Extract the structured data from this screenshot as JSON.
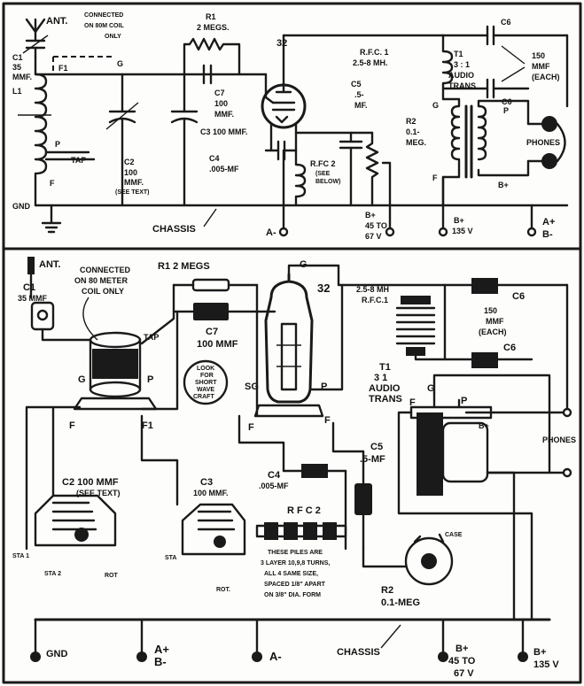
{
  "schematic": {
    "ant": "ANT.",
    "connected_note": [
      "CONNECTED",
      "ON 80M COIL",
      "ONLY"
    ],
    "f1": "F1",
    "g": "G",
    "c1": [
      "C1",
      "35",
      "MMF."
    ],
    "l1": "L1",
    "p": "P",
    "tap": "TAP",
    "f": "F",
    "gnd": "GND",
    "r1": [
      "R1",
      "2 MEGS."
    ],
    "c7": [
      "C7",
      "100",
      "MMF."
    ],
    "c3": "C3 100 MMF.",
    "c2": [
      "C2",
      "100",
      "MMF.",
      "(SEE TEXT)"
    ],
    "tube": "32",
    "c4": [
      "C4",
      ".005-MF"
    ],
    "rfc2": [
      "R.FC 2",
      "(SEE",
      "BELOW)"
    ],
    "c5": [
      "C5",
      ".5-",
      "MF."
    ],
    "r2": [
      "R2",
      "0.1-",
      "MEG."
    ],
    "rfc1": [
      "R.F.C. 1",
      "2.5-8 MH."
    ],
    "t1": [
      "T1",
      "3 : 1",
      "AUDIO",
      "TRANS"
    ],
    "c6a": "C6",
    "c6b": "C6",
    "c6_note": [
      "150",
      "MMF",
      "(EACH)"
    ],
    "g2": "G",
    "p2": "P",
    "f2": "F",
    "bplus": "B+",
    "phones": "PHONES",
    "chassis": "CHASSIS",
    "a_minus": "A-",
    "b45": [
      "B+",
      "45 TO",
      "67 V"
    ],
    "b135": [
      "B+",
      "135 V"
    ],
    "ab": [
      "A+",
      "B-"
    ]
  },
  "pictorial": {
    "ant": "ANT.",
    "connected_note": [
      "CONNECTED",
      "ON 80 METER",
      "COIL ONLY"
    ],
    "c1": [
      "C1",
      "35 MMF"
    ],
    "r1": "R1 2 MEGS",
    "c7": [
      "C7",
      "100 MMF"
    ],
    "tube": "32",
    "g_top": "G",
    "coil_tap": "TAP",
    "coil_g": "G",
    "coil_p": "P",
    "coil_f": "F",
    "coil_f1": "F1",
    "socket_sg": "SG",
    "socket_p": "P",
    "socket_f1": "F",
    "socket_f2": "F",
    "badge": [
      "LOOK",
      "FOR",
      "SHORT",
      "WAVE",
      "CRAFT"
    ],
    "rfc1": [
      "2.5-8 MH",
      "R.F.C.1"
    ],
    "c6a": "C6",
    "c6b": "C6",
    "c6_note": [
      "150",
      "MMF",
      "(EACH)"
    ],
    "t1": [
      "T1",
      "3  1",
      "AUDIO",
      "TRANS"
    ],
    "t_g": "G",
    "t_f": "F",
    "t_p": "P",
    "t_bplus": "B+",
    "phones": "PHONES",
    "c5": [
      "C5",
      ".5-MF"
    ],
    "c2": [
      "C2  100 MMF",
      "(SEE TEXT)"
    ],
    "c3": [
      "C3",
      "100 MMF."
    ],
    "c4": [
      "C4",
      ".005-MF"
    ],
    "rfc2": "R F C 2",
    "rfc2_note": [
      "THESE PILES ARE",
      "3 LAYER 10,9,8 TURNS,",
      "ALL 4 SAME SIZE,",
      "SPACED 1/8\" APART",
      "ON 3/8\" DIA. FORM"
    ],
    "sta1": "STA 1",
    "sta2": "STA 2",
    "rot1": "ROT",
    "sta3": "STA",
    "rot2": "ROT.",
    "r2": [
      "R2",
      "0.1-MEG"
    ],
    "knob": "CASE",
    "gnd": "GND",
    "ab": [
      "A+",
      "B-"
    ],
    "a_minus": "A-",
    "chassis": "CHASSIS",
    "b45": [
      "B+",
      "45 TO",
      "67 V"
    ],
    "b135": [
      "B+",
      "135 V"
    ]
  }
}
